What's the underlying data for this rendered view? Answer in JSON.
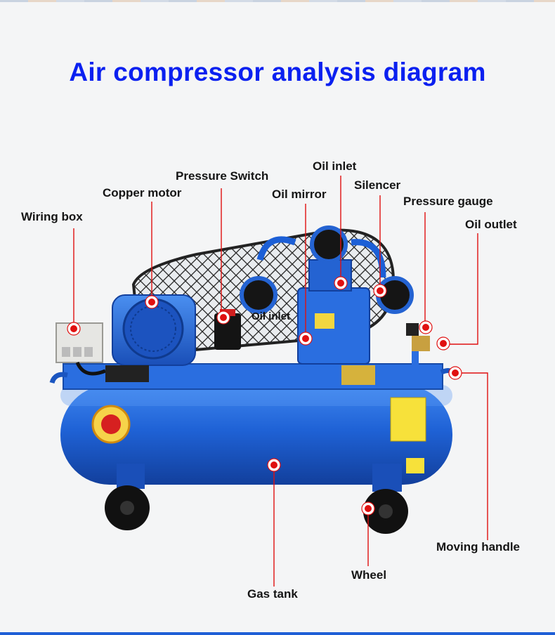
{
  "title": "Air compressor analysis diagram",
  "overlay_text": "Oil inlet",
  "labels": {
    "wiring_box": "Wiring box",
    "copper_motor": "Copper motor",
    "pressure_switch": "Pressure Switch",
    "oil_inlet": "Oil inlet",
    "oil_mirror": "Oil mirror",
    "silencer": "Silencer",
    "pressure_gauge": "Pressure gauge",
    "oil_outlet": "Oil outlet",
    "moving_handle": "Moving handle",
    "wheel": "Wheel",
    "gas_tank": "Gas tank"
  },
  "colors": {
    "title": "#0a20f0",
    "leader_line": "#e01010",
    "machine_blue": "#1e5fd0"
  }
}
